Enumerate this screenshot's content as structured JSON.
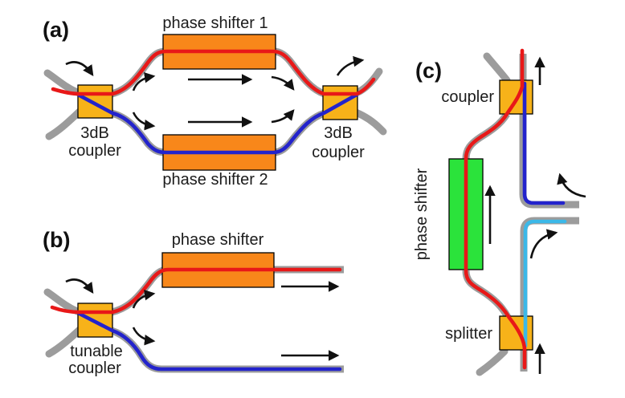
{
  "colors": {
    "waveguide_gray": "#9C9C9C",
    "signal_red": "#E81818",
    "signal_blue": "#2323CC",
    "signal_cyan": "#3BB8E8",
    "coupler_amber": "#F7B219",
    "phase_shifter_orange": "#F8871A",
    "phase_shifter_green": "#2BE33B",
    "arrow_black": "#111111",
    "background": "#FFFFFF"
  },
  "panels": {
    "a": {
      "label": "(a)",
      "phase_shifter_1": "phase shifter 1",
      "phase_shifter_2": "phase shifter 2",
      "left_coupler": [
        "3dB",
        "coupler"
      ],
      "right_coupler": [
        "3dB",
        "coupler"
      ]
    },
    "b": {
      "label": "(b)",
      "phase_shifter": "phase shifter",
      "coupler": [
        "tunable",
        "coupler"
      ]
    },
    "c": {
      "label": "(c)",
      "coupler": "coupler",
      "phase_shifter": "phase shifter",
      "splitter": "splitter"
    }
  }
}
